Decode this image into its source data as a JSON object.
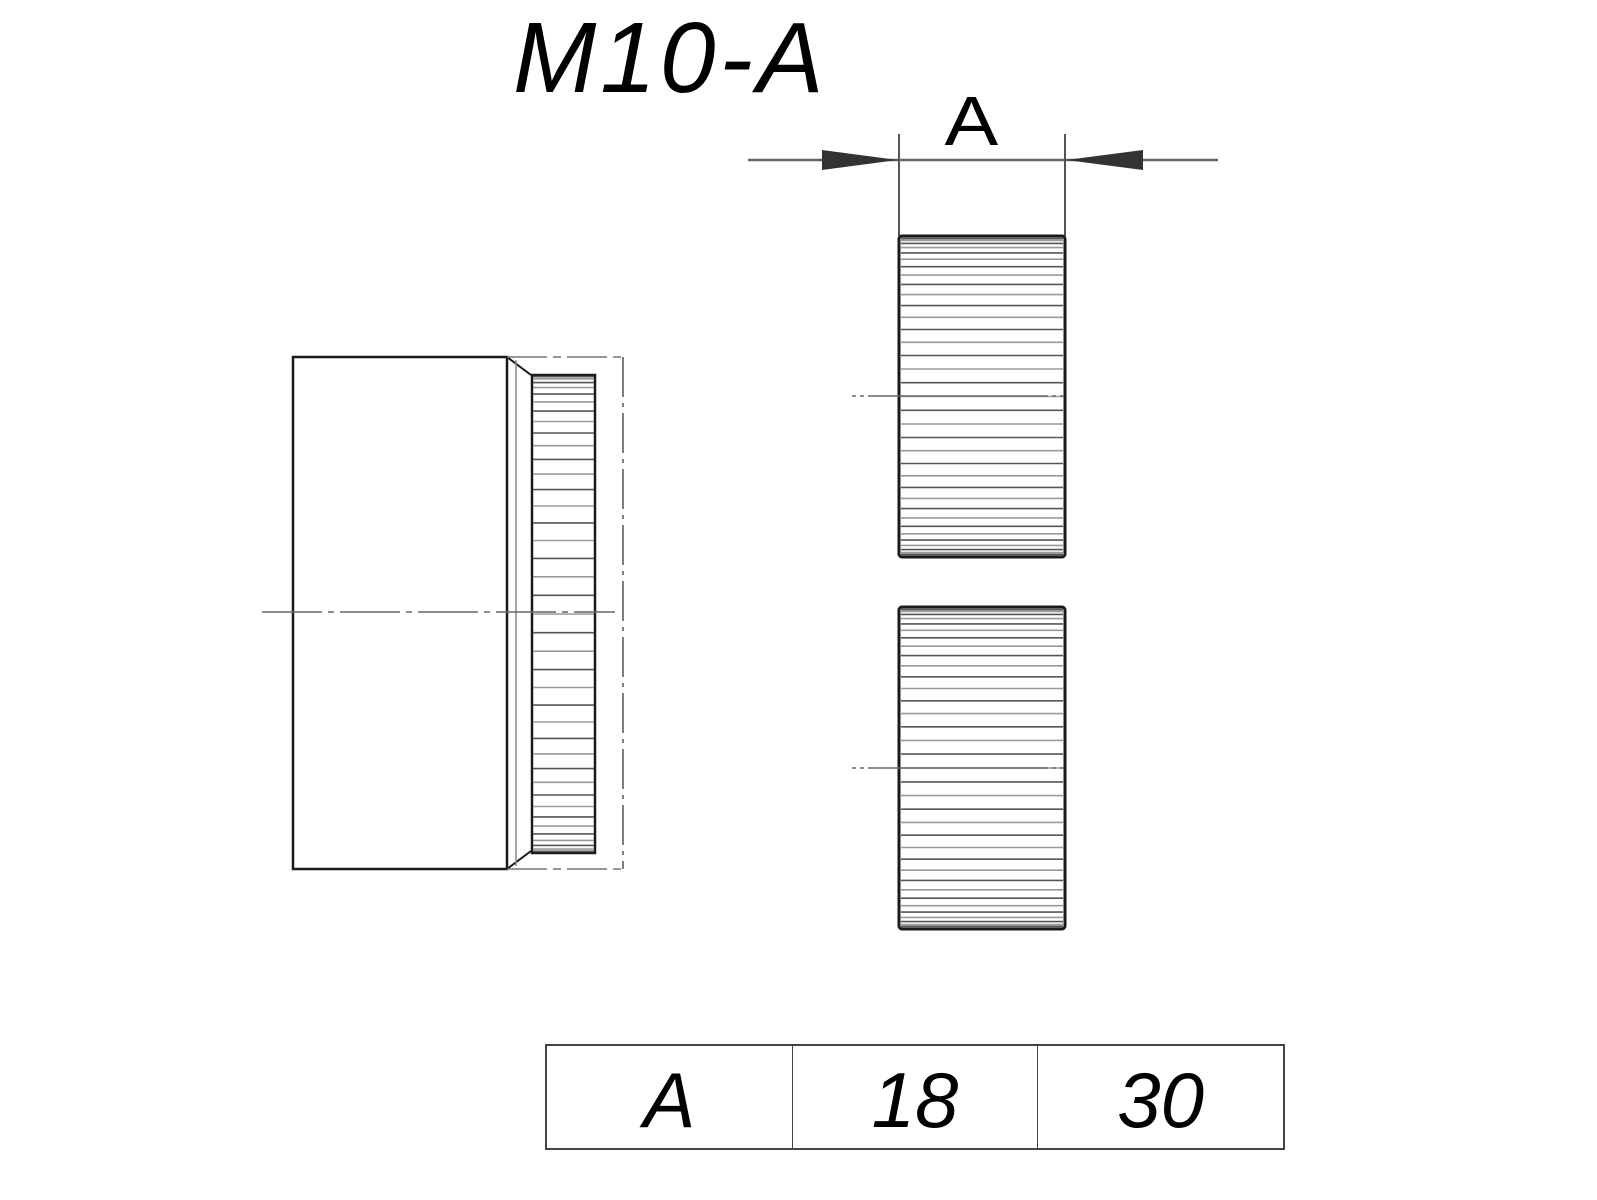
{
  "title": "M10-A",
  "dimension": {
    "label": "A"
  },
  "table": {
    "cells": [
      "A",
      "18",
      "30"
    ]
  },
  "colors": {
    "line": "#1a1a1a",
    "knurl_dark": "#555555",
    "knurl_light": "#9a9a9a",
    "center_line": "#666666",
    "arrow_fill": "#333333"
  },
  "views": {
    "side_view": {
      "name": "side-view-knurled-nut"
    },
    "front_view_top": {
      "name": "front-view-top"
    },
    "front_view_bottom": {
      "name": "front-view-bottom"
    }
  }
}
